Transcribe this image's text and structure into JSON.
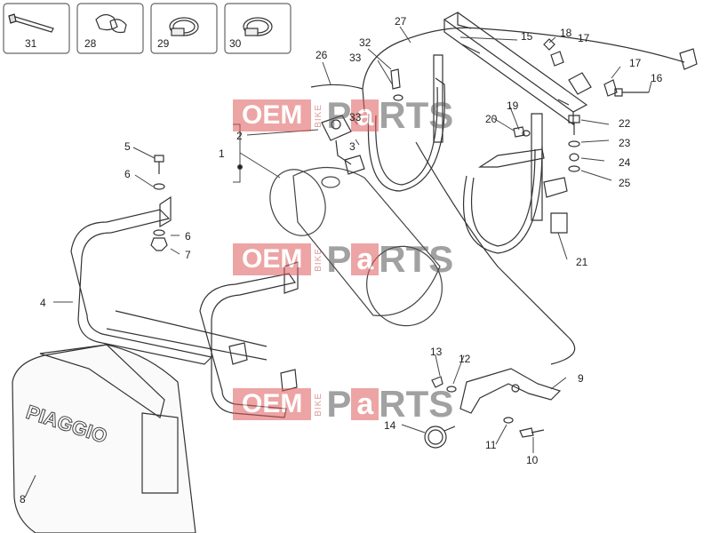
{
  "watermark": {
    "oem": "OEM",
    "bike": "BIKE",
    "p": "P",
    "a": "a",
    "rts": "RTS"
  },
  "toolbox": [
    {
      "label": "31"
    },
    {
      "label": "28"
    },
    {
      "label": "29"
    },
    {
      "label": "30"
    }
  ],
  "brand_text": "PIAGGIO",
  "callouts": [
    {
      "label": "1"
    },
    {
      "label": "2"
    },
    {
      "label": "3"
    },
    {
      "label": "4"
    },
    {
      "label": "5"
    },
    {
      "label": "6"
    },
    {
      "label": "6"
    },
    {
      "label": "7"
    },
    {
      "label": "8"
    },
    {
      "label": "9"
    },
    {
      "label": "10"
    },
    {
      "label": "11"
    },
    {
      "label": "12"
    },
    {
      "label": "13"
    },
    {
      "label": "14"
    },
    {
      "label": "15"
    },
    {
      "label": "16"
    },
    {
      "label": "17"
    },
    {
      "label": "17"
    },
    {
      "label": "18"
    },
    {
      "label": "19"
    },
    {
      "label": "20"
    },
    {
      "label": "21"
    },
    {
      "label": "22"
    },
    {
      "label": "23"
    },
    {
      "label": "24"
    },
    {
      "label": "25"
    },
    {
      "label": "26"
    },
    {
      "label": "27"
    },
    {
      "label": "32"
    },
    {
      "label": "33"
    },
    {
      "label": "33"
    }
  ]
}
